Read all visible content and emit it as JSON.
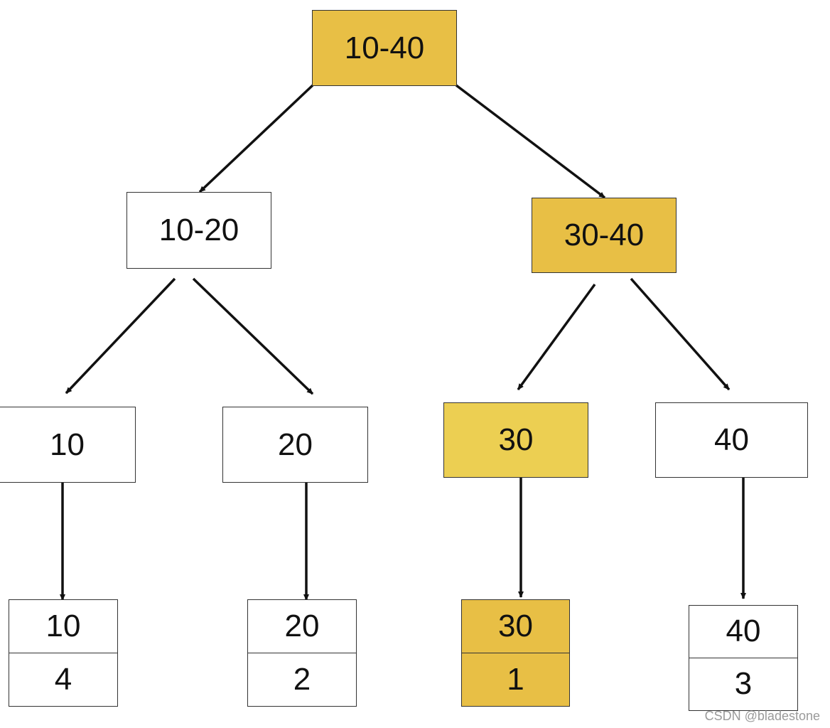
{
  "nodes": {
    "root": "10-40",
    "left": "10-20",
    "right": "30-40",
    "n10": "10",
    "n20": "20",
    "n30": "30",
    "n40": "40"
  },
  "leaves": [
    {
      "key": "10",
      "value": "4"
    },
    {
      "key": "20",
      "value": "2"
    },
    {
      "key": "30",
      "value": "1"
    },
    {
      "key": "40",
      "value": "3"
    }
  ],
  "colors": {
    "highlight": "#e8bf45",
    "highlight_light": "#eccf52",
    "border": "#333333",
    "arrow": "#111111"
  },
  "watermark": "CSDN @bladestone"
}
